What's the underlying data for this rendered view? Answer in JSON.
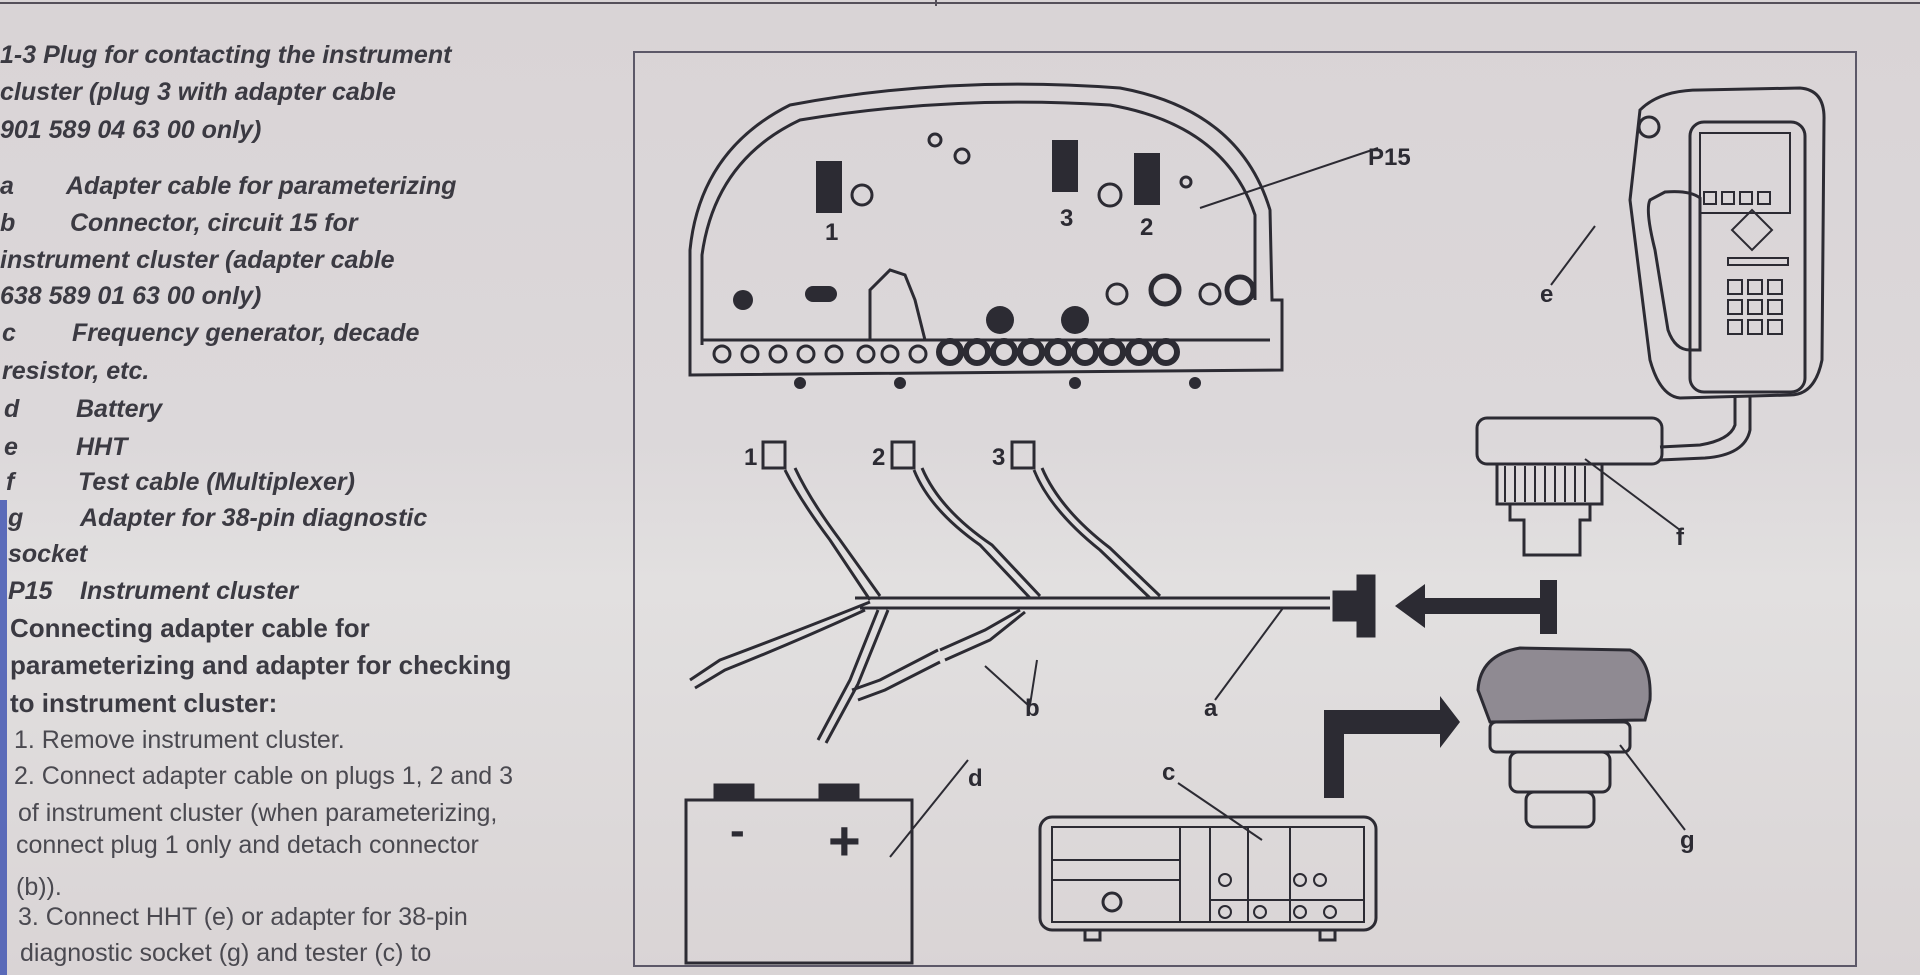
{
  "legend": {
    "intro": [
      "1-3   Plug for contacting the instrument",
      "cluster (plug 3 with adapter cable",
      "901 589 04 63 00 only)"
    ],
    "items": [
      {
        "key": "a",
        "text": "Adapter cable for parameterizing"
      },
      {
        "key": "b",
        "text": "Connector, circuit 15 for",
        "cont": [
          "instrument cluster (adapter cable",
          "638 589 01 63 00 only)"
        ]
      },
      {
        "key": "c",
        "text": "Frequency generator, decade",
        "cont": [
          "resistor, etc."
        ]
      },
      {
        "key": "d",
        "text": "Battery"
      },
      {
        "key": "e",
        "text": "HHT"
      },
      {
        "key": "f",
        "text": "Test cable (Multiplexer)"
      },
      {
        "key": "g",
        "text": "Adapter for 38-pin diagnostic",
        "cont": [
          "socket"
        ]
      },
      {
        "key": "P15",
        "text": "Instrument cluster"
      }
    ]
  },
  "section": {
    "heading": [
      "Connecting adapter cable for",
      "parameterizing and adapter for checking",
      "to instrument cluster:"
    ],
    "steps": [
      "1. Remove instrument cluster.",
      "2. Connect adapter cable on plugs 1, 2 and 3",
      " of instrument cluster (when parameterizing,",
      "connect plug 1 only and detach connector",
      "(b)).",
      "3. Connect HHT (e) or adapter for 38-pin",
      "diagnostic socket (g) and tester (c) to"
    ]
  },
  "diagram": {
    "labels": {
      "p15": "P15",
      "plug1": "1",
      "plug2": "2",
      "plug3": "3",
      "a": "a",
      "b": "b",
      "c": "c",
      "d": "d",
      "e": "e",
      "f": "f",
      "g": "g",
      "minus": "-",
      "plus": "+"
    }
  }
}
